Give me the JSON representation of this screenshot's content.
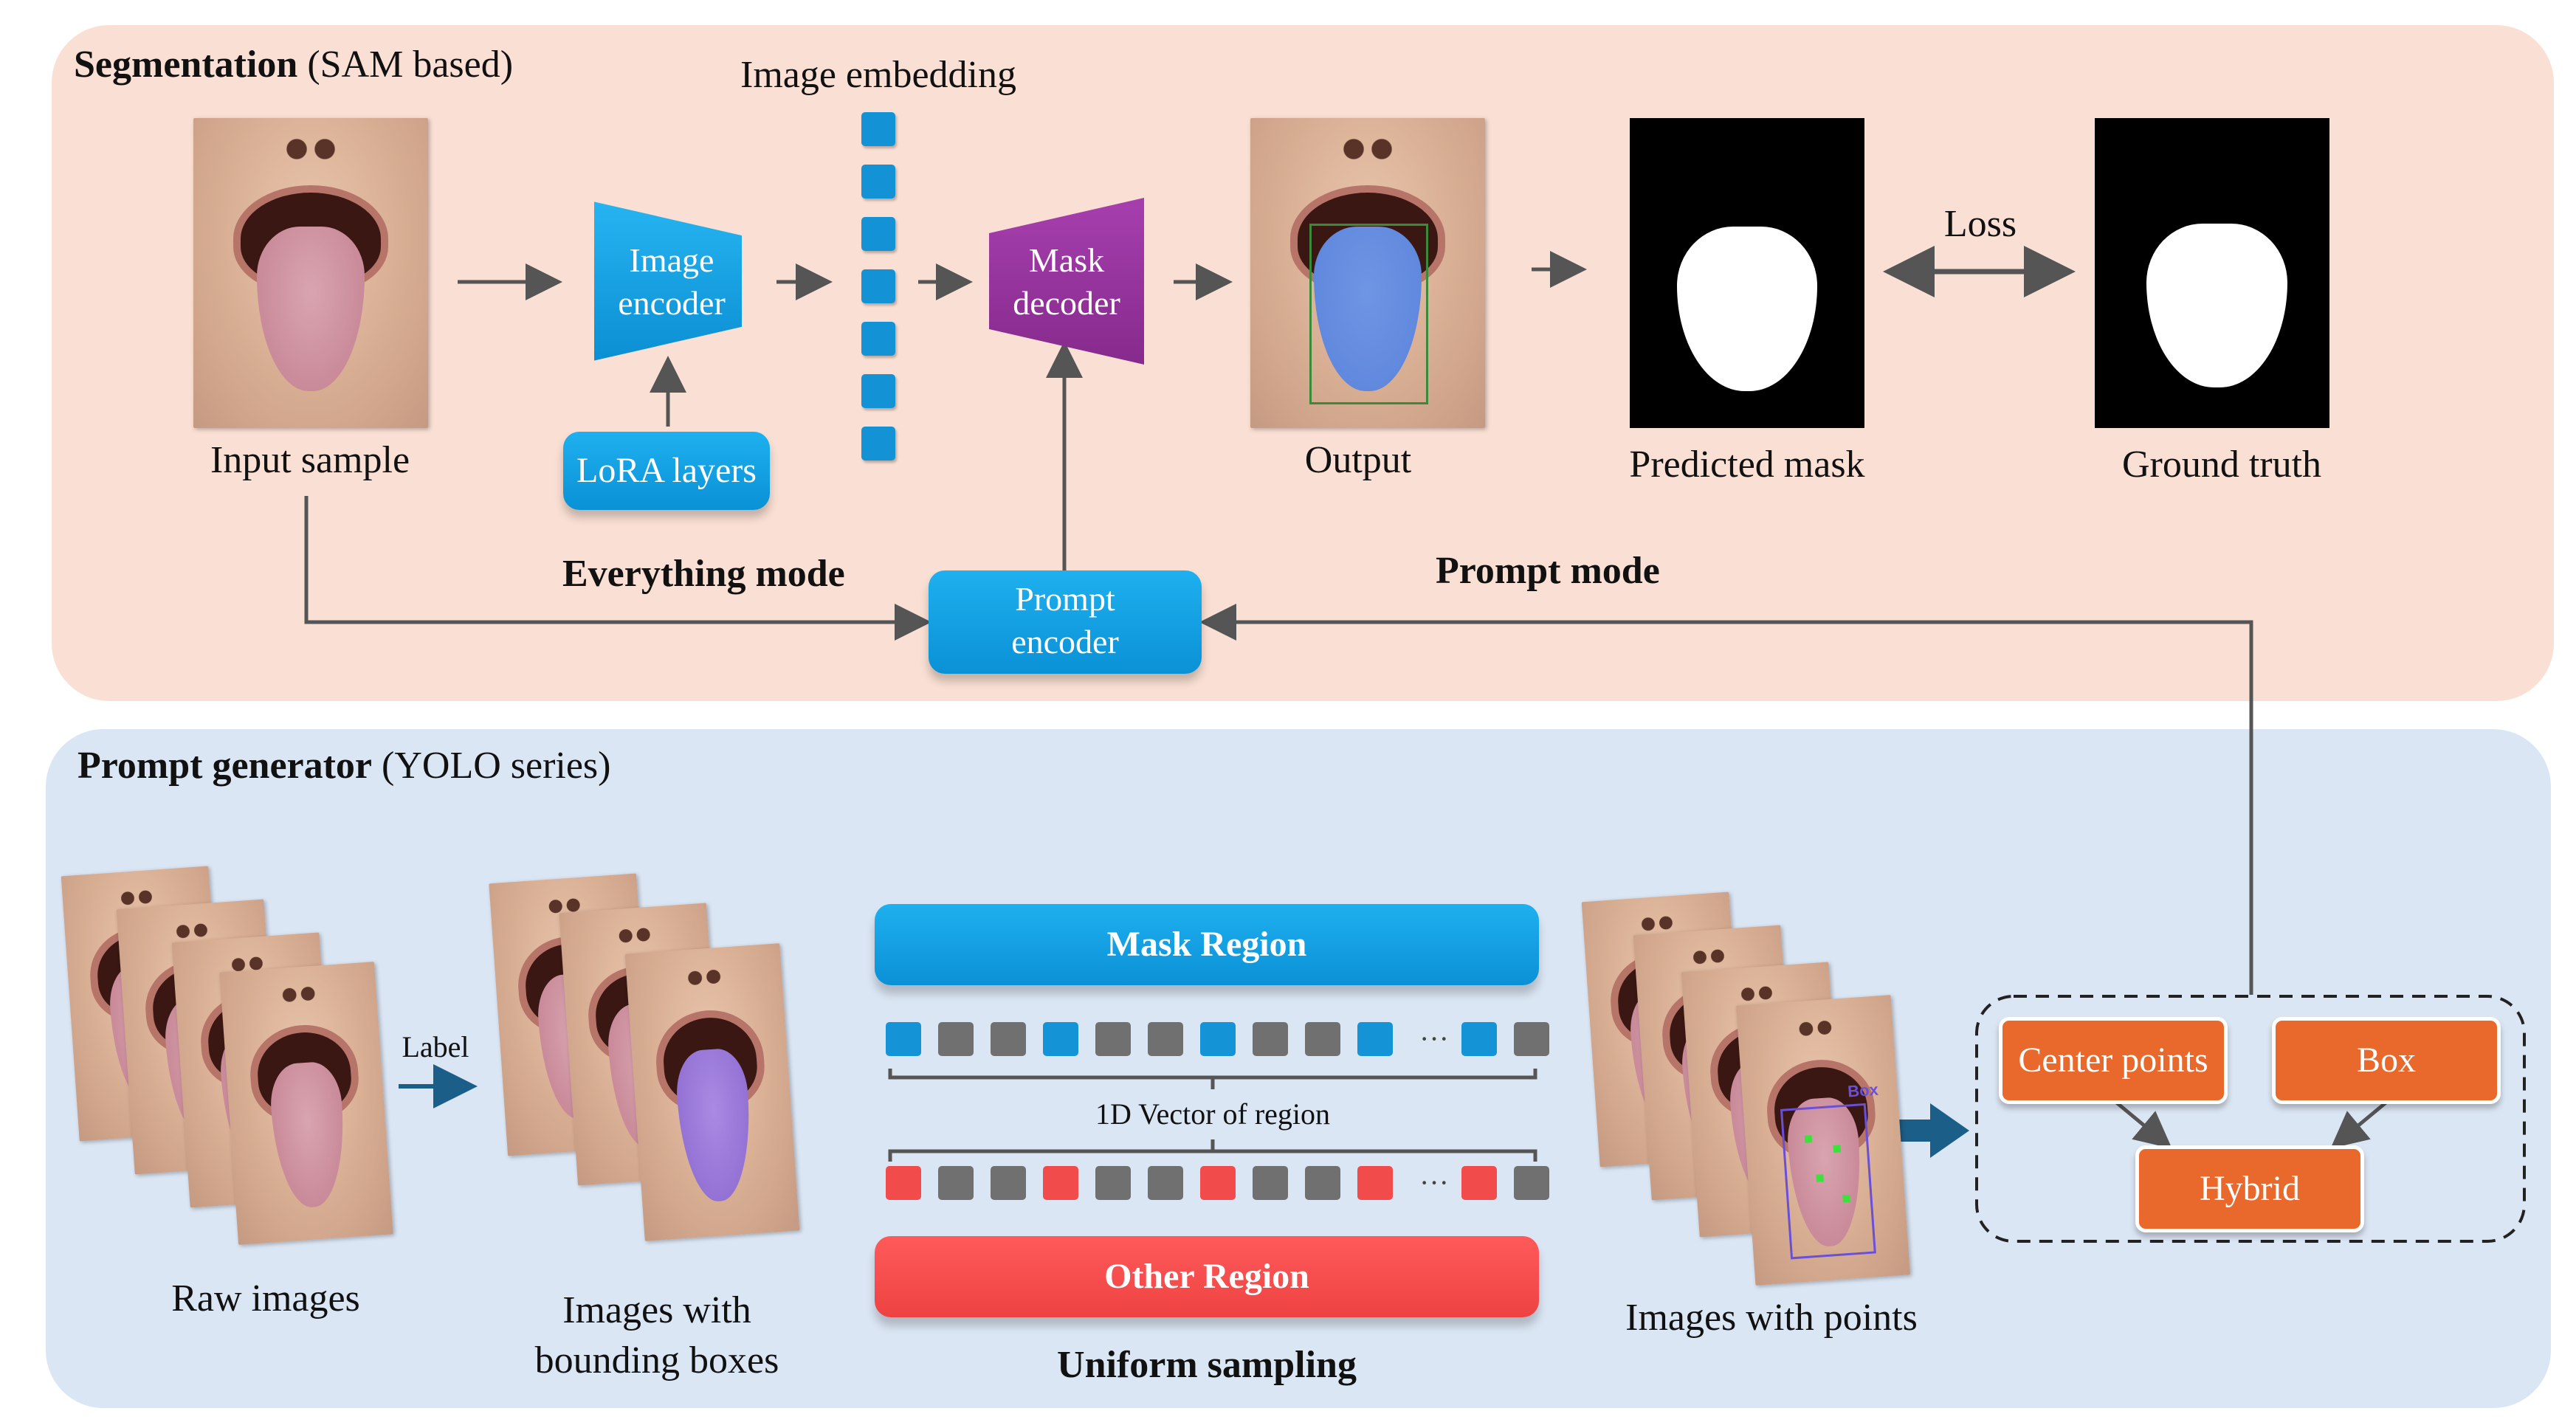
{
  "segmentation": {
    "title_bold": "Segmentation",
    "title_rest": " (SAM based)",
    "image_embedding": "Image embedding",
    "image_encoder": [
      "Image",
      "encoder"
    ],
    "lora_layers": "LoRA layers",
    "mask_decoder": [
      "Mask",
      "decoder"
    ],
    "prompt_encoder": [
      "Prompt",
      "encoder"
    ],
    "input_sample": "Input sample",
    "output": "Output",
    "predicted_mask": "Predicted mask",
    "ground_truth": "Ground truth",
    "loss": "Loss",
    "everything_mode": "Everything mode",
    "prompt_mode": "Prompt mode"
  },
  "prompt_generator": {
    "title_bold": "Prompt generator",
    "title_rest": " (YOLO series)",
    "label": "Label",
    "raw_images": "Raw images",
    "images_with_bboxes": [
      "Images with",
      "bounding boxes"
    ],
    "mask_region": "Mask Region",
    "vector_label": "1D Vector of region",
    "other_region": "Other Region",
    "uniform_sampling": "Uniform sampling",
    "images_with_points": "Images with points",
    "box_tag": "Box",
    "center_points": "Center points",
    "box": "Box",
    "hybrid": "Hybrid",
    "ellipsis": "···"
  },
  "sampling": {
    "mask_row": [
      "blue",
      "gray",
      "gray",
      "blue",
      "gray",
      "gray",
      "blue",
      "gray",
      "gray",
      "blue",
      "dots",
      "blue",
      "gray"
    ],
    "other_row": [
      "red",
      "gray",
      "gray",
      "red",
      "gray",
      "gray",
      "red",
      "gray",
      "gray",
      "red",
      "dots",
      "red",
      "gray"
    ]
  },
  "colors": {
    "panel_top": "#fae0d4",
    "panel_bottom": "#dbe6f4",
    "blue": "#1493d6",
    "purple": "#9a2f9e",
    "red": "#f24b4b",
    "orange": "#e8692b",
    "arrow": "#555555"
  }
}
